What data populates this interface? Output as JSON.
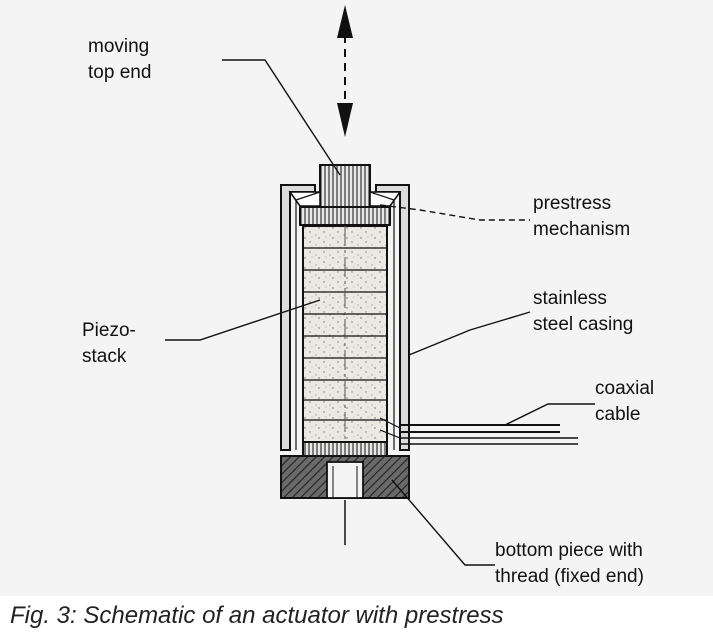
{
  "labels": {
    "moving_top_end": "moving\ntop end",
    "prestress_mechanism": "prestress\nmechanism",
    "piezo_stack": "Piezo-\nstack",
    "stainless_steel_casing": "stainless\nsteel casing",
    "coaxial_cable": "coaxial\ncable",
    "bottom_piece": "bottom piece with\nthread (fixed end)"
  },
  "caption": "Fig. 3: Schematic of an actuator with prestress",
  "colors": {
    "background": "#f4f4f4",
    "line": "#111111",
    "hatch": "#444444",
    "stack_fill": "#ece9e2"
  }
}
